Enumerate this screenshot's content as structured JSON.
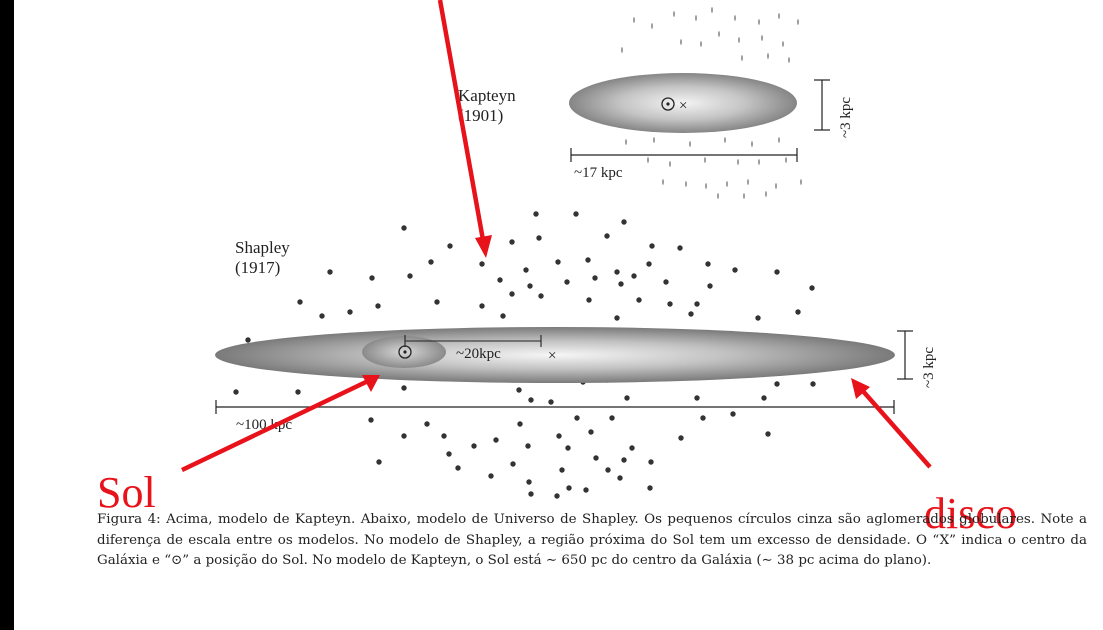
{
  "kapteyn": {
    "name": "Kapteyn",
    "year": "(1901)",
    "width_label": "~17 kpc",
    "height_label": "~3 kpc",
    "center_symbols": "⊙×"
  },
  "shapley": {
    "name": "Shapley",
    "year": "(1917)",
    "width_label": "~100 kpc",
    "height_label": "~3 kpc",
    "sun_distance_label": "~20kpc",
    "center_symbol": "×"
  },
  "annotations": {
    "sun": "Sol",
    "disk": "disco"
  },
  "caption": "Figura 4: Acima, modelo de Kapteyn. Abaixo, modelo de Universo de Shapley. Os pequenos círculos cinza são aglomerados globulares. Note a diferença de escala entre os modelos. No modelo de Shapley, a região próxima do Sol tem um excesso de densidade. O “X” indica o centro da Galáxia e “⊙” a posição do Sol. No modelo de Kapteyn, o Sol está ∼ 650 pc do centro da Galáxia (∼ 38 pc acima do plano).",
  "colors": {
    "arrow": "#e8121a",
    "cluster": "#333333",
    "disk_light": "#f2f2f2",
    "disk_dark": "#7d7d7d"
  }
}
